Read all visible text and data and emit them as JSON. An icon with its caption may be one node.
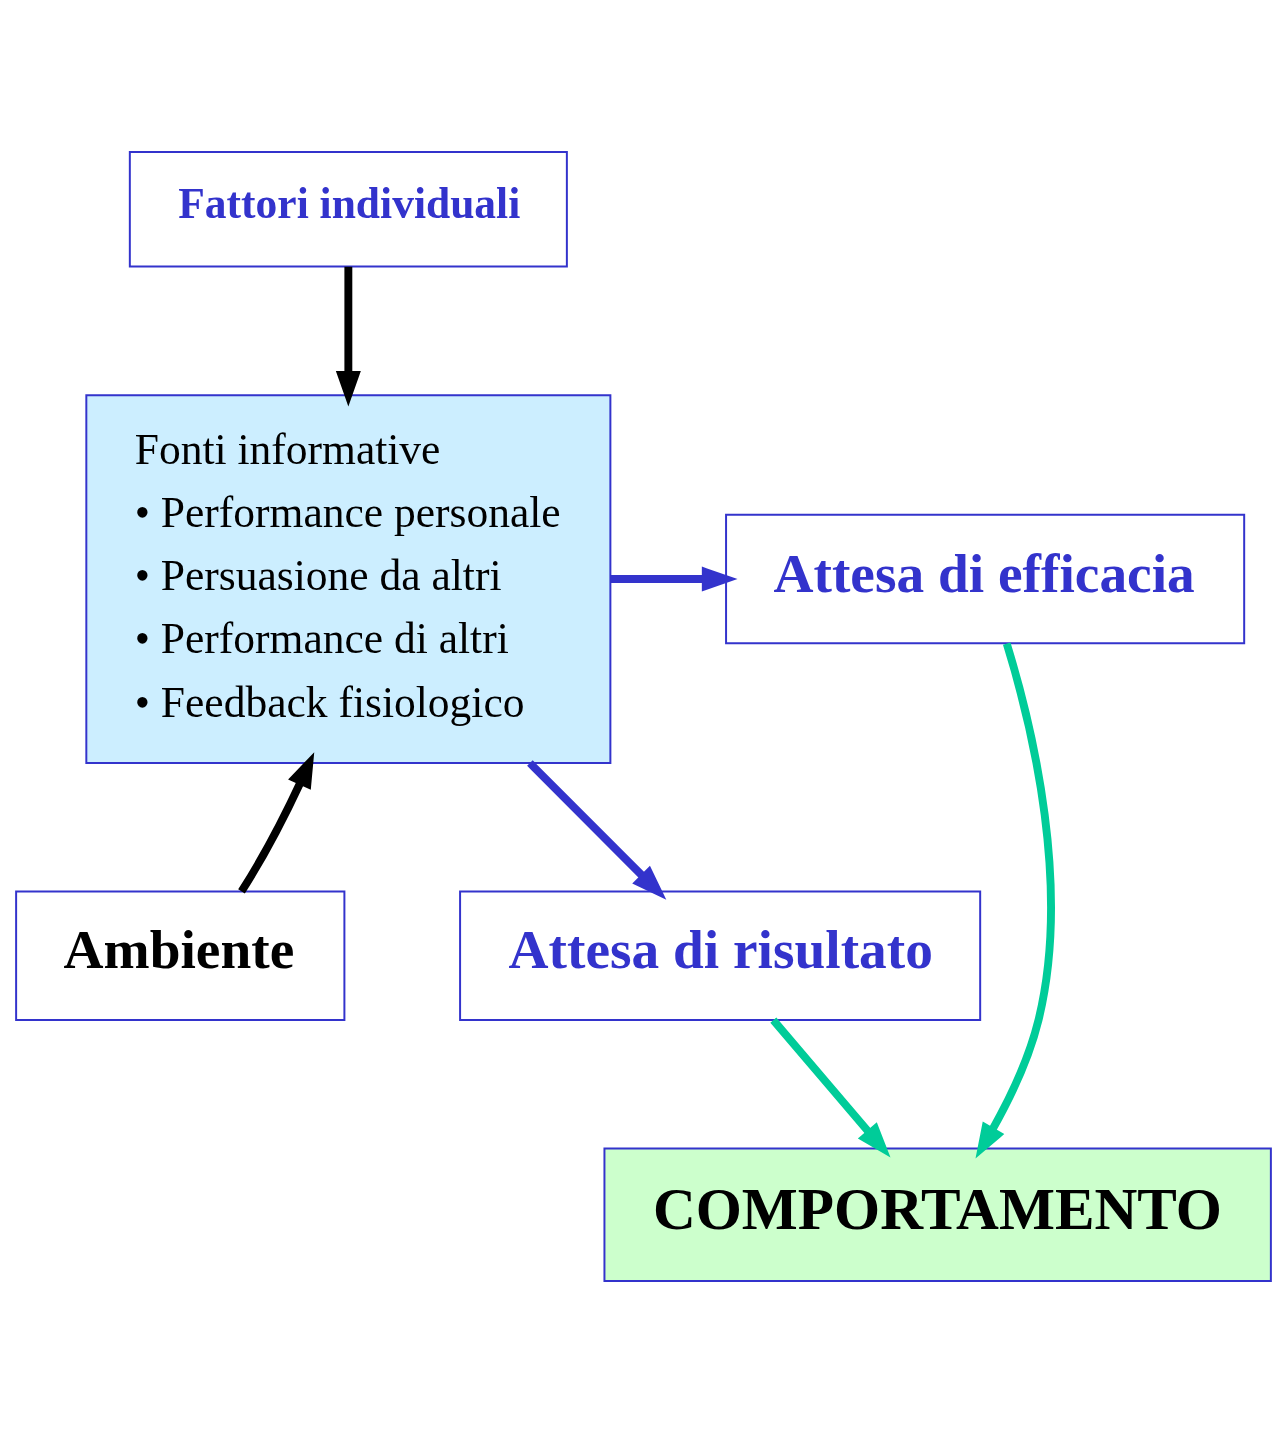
{
  "diagram": {
    "nodes": [
      {
        "text": [
          "Fattori individuali"
        ]
      },
      {
        "text": [
          "Fonti informative",
          "• Performance personale",
          "• Persuasione da altri",
          "• Performance di altri",
          "• Feedback fisiologico"
        ]
      },
      {
        "text": [
          "Attesa di efficacia"
        ]
      },
      {
        "text": [
          "Attesa di risultato"
        ]
      },
      {
        "text": [
          "Ambiente"
        ]
      },
      {
        "text": [
          "COMPORTAMENTO"
        ]
      }
    ],
    "edges": [
      {
        "from": 0,
        "to": 1,
        "arrow": "to"
      },
      {
        "from": 4,
        "to": 1,
        "arrow": "to"
      },
      {
        "from": 1,
        "to": 2,
        "arrow": "to",
        "color": "#3333cc"
      },
      {
        "from": 1,
        "to": 3,
        "arrow": "to",
        "color": "#3333cc"
      },
      {
        "from": 2,
        "to": 5,
        "arrow": "to",
        "color": "#00cc99"
      },
      {
        "from": 3,
        "to": 5,
        "arrow": "to",
        "color": "#00cc99"
      }
    ]
  }
}
